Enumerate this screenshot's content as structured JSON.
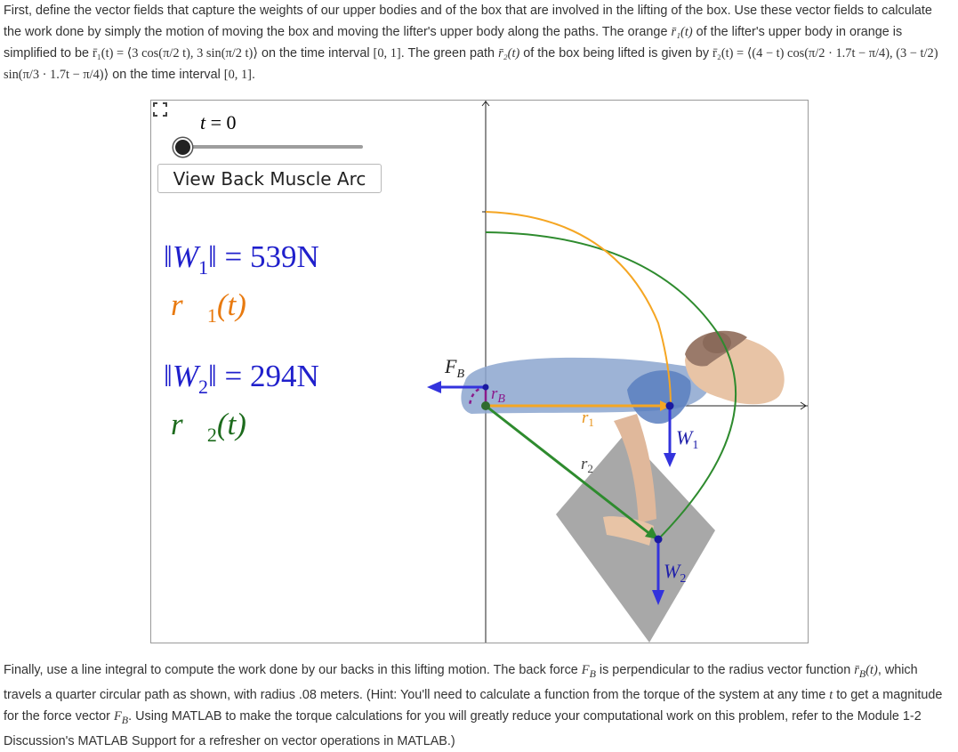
{
  "intro": {
    "p1": "First, define the vector fields that capture the weights of our upper bodies and of the box that are involved in the lifting of the box. Use these vector fields to calculate the work done by simply the motion of moving the box and moving the lifter's upper body along the paths. The orange ",
    "r1_name": "r̄₁(t)",
    "p2": " of the lifter's upper body in orange is simplified to be ",
    "r1_formula": "r̄₁(t) = ⟨3 cos(π/2 t), 3 sin(π/2 t)⟩",
    "p3": " on the time interval ",
    "interval1": "[0, 1]",
    "p4": ". The green path ",
    "r2_name": "r̄₂(t)",
    "p5": " of the box being lifted is given by ",
    "r2_formula": "r̄₂(t) = ⟨(4 − t) cos(π/2 · 1.7t − π/4), (3 − t/2) sin(π/3 · 1.7t − π/4)⟩",
    "p6": " on the time interval ",
    "interval2": "[0, 1]",
    "p7": "."
  },
  "applet": {
    "slider_var": "t",
    "slider_eq": " = ",
    "slider_value": "0",
    "slider_fraction": 0,
    "button_label": "View Back Muscle Arc",
    "w1_lhs": "‖W",
    "w1_sub": "1",
    "w1_rhs": "‖ = 539N",
    "r1_label": "r⃗",
    "r1_sub": "1",
    "r1_t": "(t)",
    "w2_lhs": "‖W",
    "w2_sub": "2",
    "w2_rhs": "‖ = 294N",
    "r2_label": "r⃗",
    "r2_sub": "2",
    "r2_t": "(t)",
    "diagram_labels": {
      "fb": "F",
      "fb_sub": "B",
      "rb": "r",
      "rb_sub": "B",
      "r1": "r",
      "r1_sub": "1",
      "r2": "r",
      "r2_sub": "2",
      "w1": "W",
      "w1_sub": "1",
      "w2": "W",
      "w2_sub": "2"
    },
    "colors": {
      "orange": "#f5a623",
      "green": "#2e8b2e",
      "blue": "#3333dd",
      "purple": "#8b1a8b"
    },
    "fullscreen_icon": "fullscreen-icon"
  },
  "outro": {
    "p1": "Finally, use a line integral to compute the work done by our backs in this lifting motion. The back force ",
    "fb": "F",
    "fb_sub": "B",
    "p2": " is perpendicular to the radius vector function ",
    "rb": "r̄",
    "rb_sub": "B",
    "rb_t": "(t)",
    "p3": ", which travels a quarter circular path as shown, with radius .08 meters. (Hint: You'll need to calculate a function from the torque of the system at any time ",
    "t": "t",
    "p4": " to get a magnitude for the force vector ",
    "fb2": "F",
    "fb2_sub": "B",
    "p5": ". Using MATLAB to make the torque calculations for you will greatly reduce your computational work on this problem, refer to the Module 1-2 Discussion's MATLAB Support for a refresher on vector operations in MATLAB.)"
  }
}
